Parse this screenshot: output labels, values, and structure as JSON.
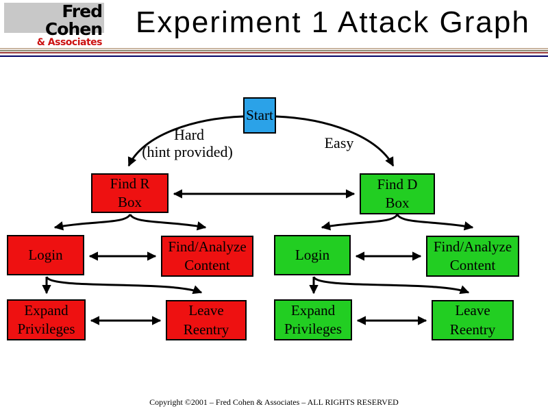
{
  "header": {
    "logo_line1": "Fred Cohen",
    "logo_line2": "& Associates",
    "title": "Experiment 1 Attack Graph"
  },
  "colors": {
    "node_red": "#EE1111",
    "node_green": "#22CE22",
    "node_blue": "#2BA2E8",
    "logo_accent_red": "#CC1111",
    "logo_background": "#C8C8C8"
  },
  "edge_labels": {
    "hard": "Hard",
    "hard_hint": "(hint provided)",
    "easy": "Easy"
  },
  "nodes": {
    "start": {
      "label": "Start"
    },
    "find_r": {
      "label": "Find R\nBox"
    },
    "find_d": {
      "label": "Find D\nBox"
    },
    "login_left": {
      "label": "Login"
    },
    "find_analyze_left": {
      "label": "Find/Analyze\nContent"
    },
    "expand_left": {
      "label": "Expand\nPrivileges"
    },
    "leave_left": {
      "label": "Leave\nReentry"
    },
    "login_right": {
      "label": "Login"
    },
    "find_analyze_right": {
      "label": "Find/Analyze\nContent"
    },
    "expand_right": {
      "label": "Expand\nPrivileges"
    },
    "leave_right": {
      "label": "Leave\nReentry"
    }
  },
  "footer": {
    "copyright": "Copyright ©2001 – Fred Cohen & Associates – ALL RIGHTS RESERVED"
  }
}
